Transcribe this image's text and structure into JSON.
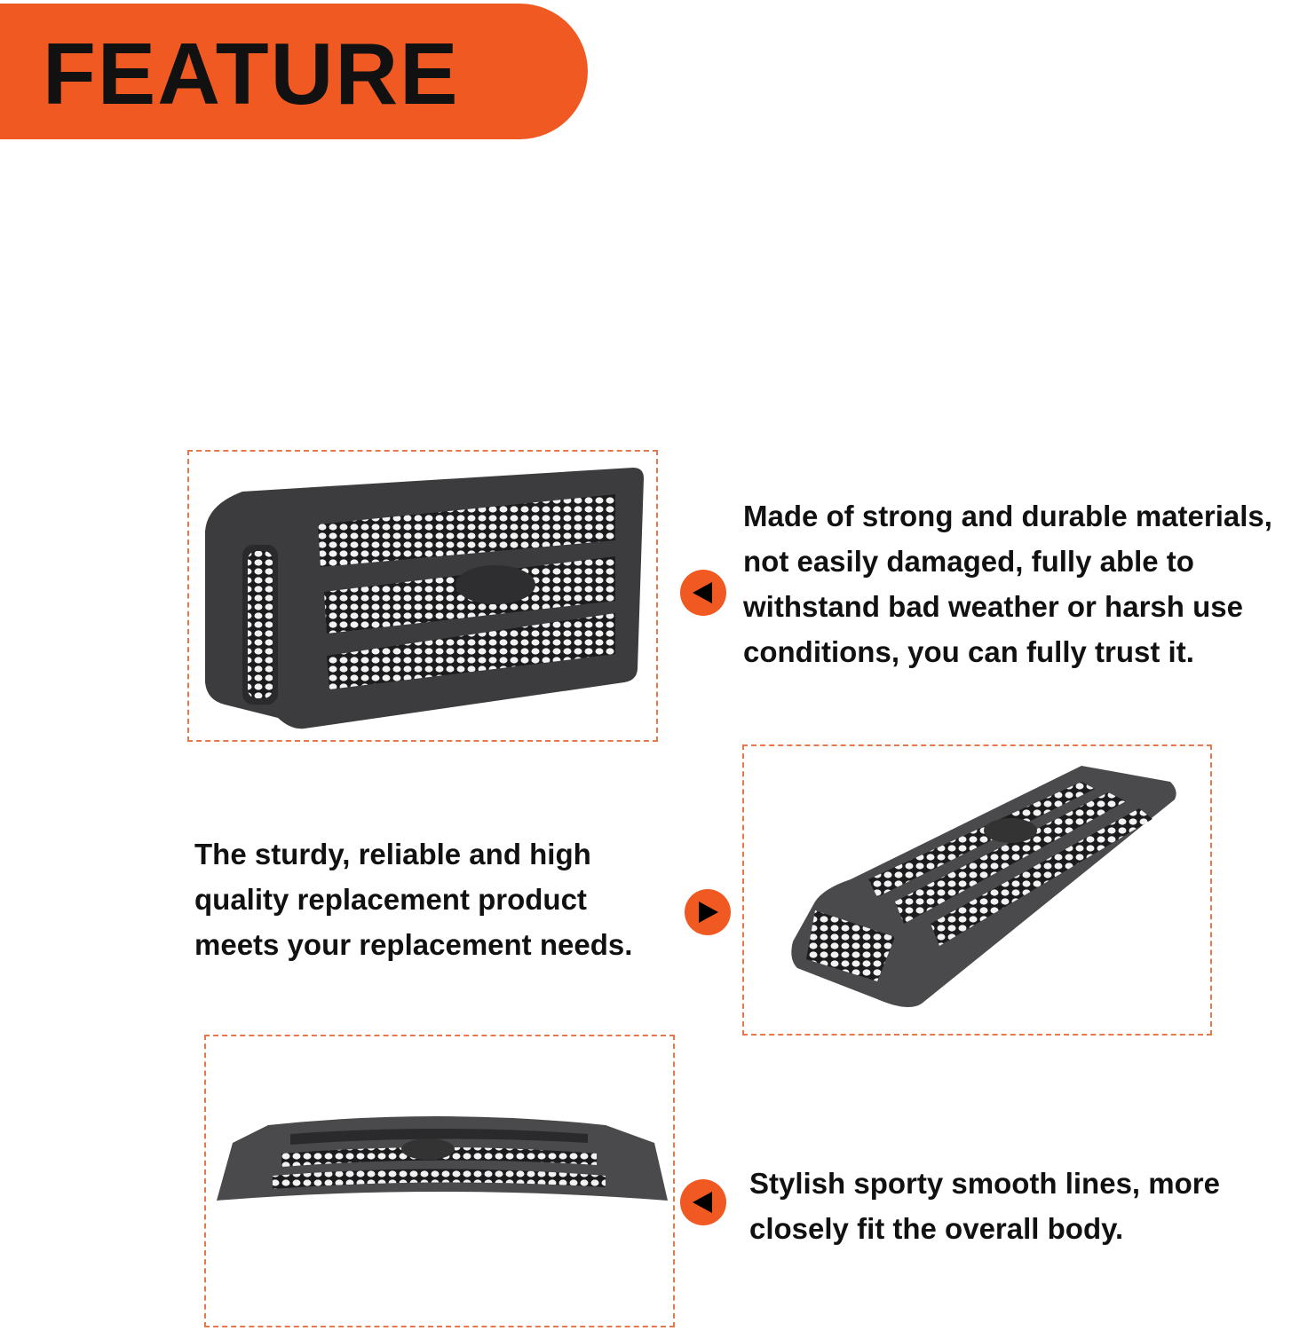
{
  "banner": {
    "title": "FEATURE"
  },
  "colors": {
    "accent": "#f05a22",
    "frame": "#e8784a",
    "grille": "#3a3a3c"
  },
  "features": [
    {
      "arrow": "left-arrow-icon",
      "lines": [
        "Made of strong and durable materials,",
        "not easily damaged, fully able to",
        "withstand bad weather or harsh use",
        "conditions, you can fully trust it."
      ]
    },
    {
      "arrow": "right-arrow-icon",
      "lines": [
        "The sturdy, reliable and high",
        "quality replacement product",
        "meets your replacement needs."
      ]
    },
    {
      "arrow": "left-arrow-icon",
      "lines": [
        "Stylish sporty smooth lines, more",
        "closely fit the overall body."
      ]
    }
  ]
}
